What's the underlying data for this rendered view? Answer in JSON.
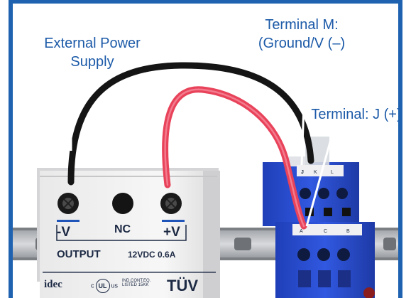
{
  "callouts": {
    "power_supply": [
      "External Power",
      "Supply"
    ],
    "terminal_m": [
      "Terminal M:",
      "(Ground/V (–)"
    ],
    "terminal_j": "Terminal: J (+)"
  },
  "power_supply": {
    "minus_v": "-V",
    "nc": "NC",
    "plus_v": "+V",
    "output": "OUTPUT",
    "rating": "12VDC 0.6A",
    "brand": "idec",
    "cert_left": "c",
    "cert_right": "us",
    "cert_ul": "UL",
    "cert_text": "IND.CONT.EQ. LISTED 15KK",
    "tuv": "TÜV"
  },
  "colors": {
    "callout_text": "#1c5aa8",
    "frame": "#1f63b0",
    "wire_red": "#e8435a",
    "wire_black": "#151515",
    "module_blue": "#2a4fd0"
  }
}
